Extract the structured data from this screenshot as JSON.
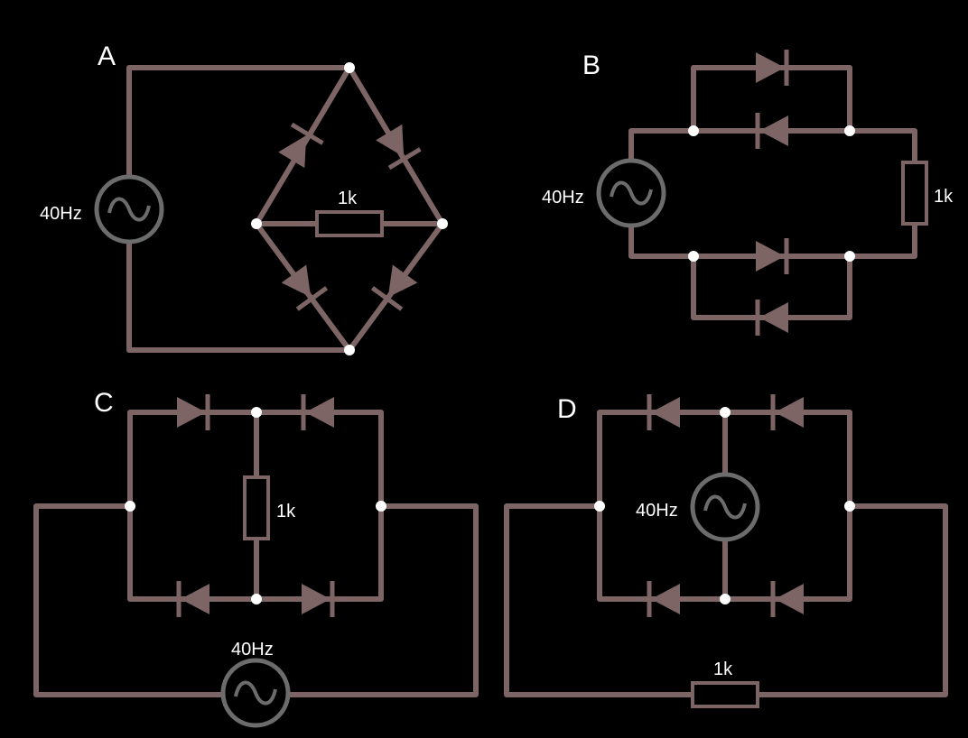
{
  "panels": {
    "a": {
      "letter": "A",
      "source_label": "40Hz",
      "resistor_label": "1k"
    },
    "b": {
      "letter": "B",
      "source_label": "40Hz",
      "resistor_label": "1k"
    },
    "c": {
      "letter": "C",
      "source_label": "40Hz",
      "resistor_label": "1k"
    },
    "d": {
      "letter": "D",
      "source_label": "40Hz",
      "resistor_label": "1k"
    }
  },
  "colors": {
    "background": "#000000",
    "wire": "#7d6565",
    "source": "#6c6c6c",
    "node": "#ffffff",
    "text": "#ffffff"
  },
  "icons": {
    "source": "ac-source-icon",
    "diode": "diode-icon",
    "resistor": "resistor-icon"
  }
}
